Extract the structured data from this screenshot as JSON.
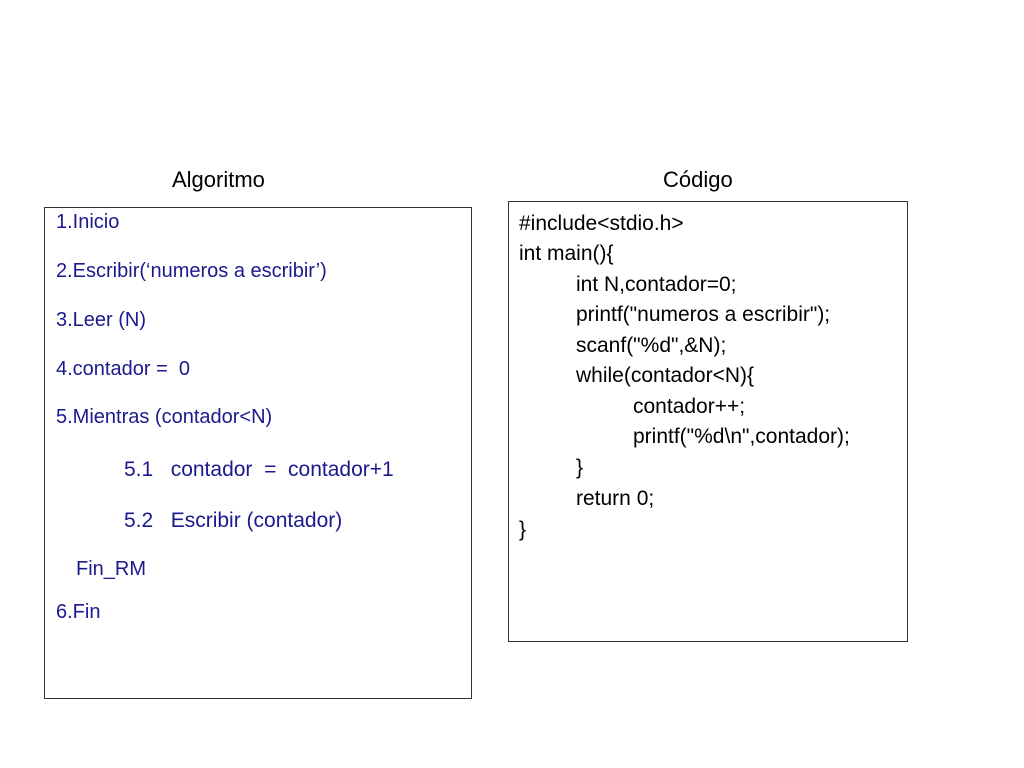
{
  "headings": {
    "left": "Algoritmo",
    "right": "Código"
  },
  "algorithm": {
    "lines": [
      "1.Inicio",
      "2.Escribir(‘numeros a escribir’)",
      "3.Leer (N)",
      "4.contador =  0",
      "5.Mientras (contador<N)",
      "5.1   contador  =  contador+1",
      "5.2   Escribir (contador)",
      "Fin_RM",
      "6.Fin"
    ]
  },
  "code": {
    "lines": [
      "#include<stdio.h>",
      "int main(){",
      "int N,contador=0;",
      "printf(\"numeros a escribir\");",
      "scanf(\"%d\",&N);",
      "while(contador<N){",
      "contador++;",
      "printf(\"%d\\n\",contador);",
      "}",
      "return 0;",
      "}"
    ]
  },
  "colors": {
    "algorithm_text": "#1a1a8c",
    "code_text": "#000000",
    "border": "#333333"
  }
}
